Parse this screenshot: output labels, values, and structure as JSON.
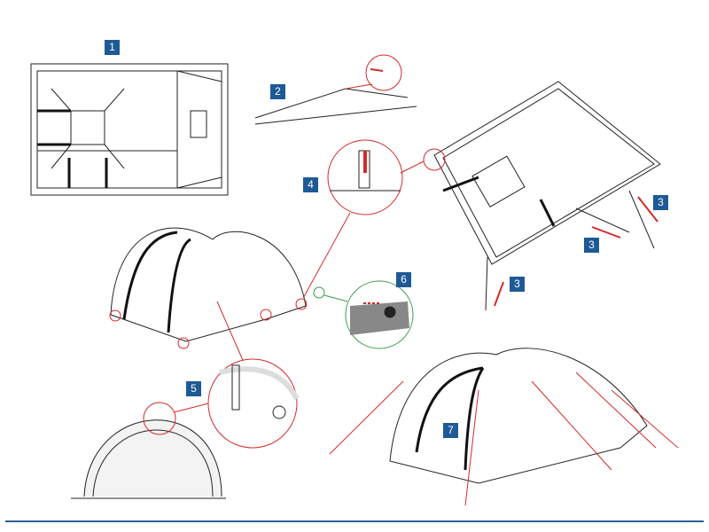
{
  "steps": [
    {
      "label": "1"
    },
    {
      "label": "2"
    },
    {
      "label": "3"
    },
    {
      "label": "3"
    },
    {
      "label": "3"
    },
    {
      "label": "4"
    },
    {
      "label": "5"
    },
    {
      "label": "6"
    },
    {
      "label": "7"
    }
  ],
  "colors": {
    "step_badge": "#1e5a96",
    "arrow": "#d42a2a",
    "detail_circle_red": "#d42a2a",
    "detail_circle_green": "#3a9a4a",
    "rule": "#2a5f94"
  }
}
